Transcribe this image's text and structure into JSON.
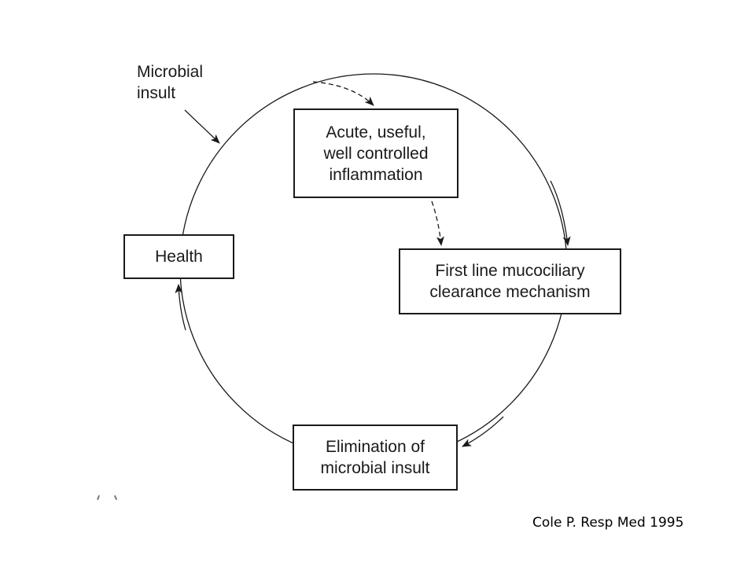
{
  "diagram": {
    "nodes": {
      "inflammation": {
        "lines": [
          "Acute, useful,",
          "well controlled",
          "inflammation"
        ]
      },
      "mucociliary": {
        "lines": [
          "First line mucociliary",
          "clearance mechanism"
        ]
      },
      "elimination": {
        "lines": [
          "Elimination of",
          "microbial insult"
        ]
      },
      "health": {
        "lines": [
          "Health"
        ]
      }
    },
    "microbial_insult": {
      "lines": [
        "Microbial",
        "insult"
      ]
    },
    "citation": "Cole P. Resp Med 1995",
    "edges": [
      {
        "from": "microbial_insult",
        "to": "cycle",
        "style": "solid"
      },
      {
        "from": "cycle",
        "to": "inflammation",
        "style": "dashed"
      },
      {
        "from": "inflammation",
        "to": "mucociliary",
        "style": "dashed"
      },
      {
        "from": "cycle",
        "to": "mucociliary",
        "style": "solid"
      },
      {
        "from": "mucociliary",
        "to": "elimination",
        "style": "solid"
      },
      {
        "from": "elimination",
        "to": "health",
        "style": "solid"
      },
      {
        "from": "health",
        "to": "cycle",
        "style": "solid"
      }
    ],
    "colors": {
      "line": "#1a1a1a",
      "background": "#ffffff"
    }
  }
}
